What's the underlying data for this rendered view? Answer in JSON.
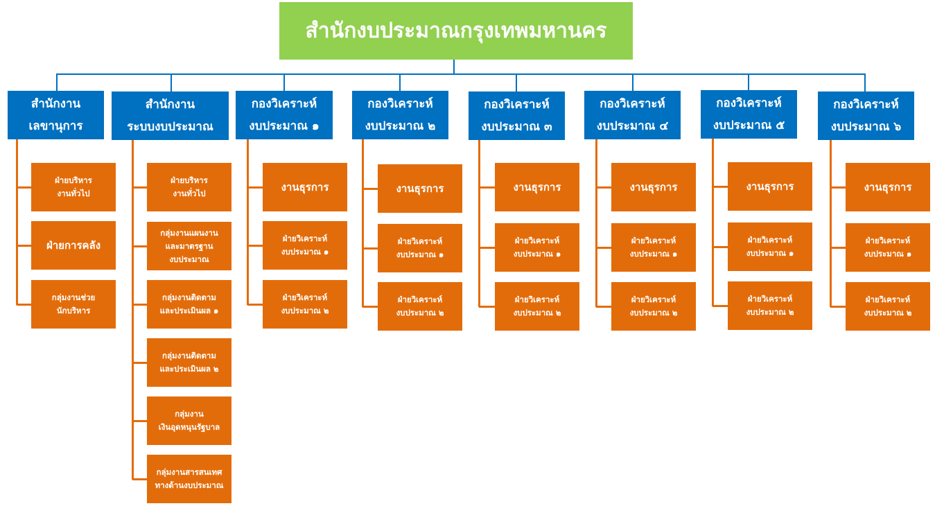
{
  "root": {
    "label": "สำนักงบประมาณกรุงเทพมหานคร"
  },
  "colors": {
    "root": "#92D050",
    "department": "#0070C0",
    "unit": "#E36C0A"
  },
  "departments": [
    {
      "label": "สำนักงาน\nเลขานุการ",
      "units": [
        "ฝ่ายบริหาร\nงานทั่วไป",
        "ฝ่ายการคลัง",
        "กลุ่มงานช่วย\nนักบริหาร"
      ]
    },
    {
      "label": "สำนักงาน\nระบบงบประมาณ",
      "units": [
        "ฝ่ายบริหาร\nงานทั่วไป",
        "กลุ่มงานแผนงาน\nและมาตรฐาน\nงบประมาณ",
        "กลุ่มงานติดตาม\nและประเมินผล ๑",
        "กลุ่มงานติดตาม\nและประเมินผล ๒",
        "กลุ่มงาน\nเงินอุดหนุนรัฐบาล",
        "กลุ่มงานสารสนเทศ\nทางด้านงบประมาณ"
      ]
    },
    {
      "label": "กองวิเคราะห์\nงบประมาณ ๑",
      "units": [
        "งานธุรการ",
        "ฝ่ายวิเคราะห์\nงบประมาณ ๑",
        "ฝ่ายวิเคราะห์\nงบประมาณ ๒"
      ]
    },
    {
      "label": "กองวิเคราะห์\nงบประมาณ ๒",
      "units": [
        "งานธุรการ",
        "ฝ่ายวิเคราะห์\nงบประมาณ ๑",
        "ฝ่ายวิเคราะห์\nงบประมาณ ๒"
      ]
    },
    {
      "label": "กองวิเคราะห์\nงบประมาณ ๓",
      "units": [
        "งานธุรการ",
        "ฝ่ายวิเคราะห์\nงบประมาณ ๑",
        "ฝ่ายวิเคราะห์\nงบประมาณ ๒"
      ]
    },
    {
      "label": "กองวิเคราะห์\nงบประมาณ ๔",
      "units": [
        "งานธุรการ",
        "ฝ่ายวิเคราะห์\nงบประมาณ ๑",
        "ฝ่ายวิเคราะห์\nงบประมาณ ๒"
      ]
    },
    {
      "label": "กองวิเคราะห์\nงบประมาณ ๕",
      "units": [
        "งานธุรการ",
        "ฝ่ายวิเคราะห์\nงบประมาณ ๑",
        "ฝ่ายวิเคราะห์\nงบประมาณ ๒"
      ]
    },
    {
      "label": "กองวิเคราะห์\nงบประมาณ ๖",
      "units": [
        "งานธุรการ",
        "ฝ่ายวิเคราะห์\nงบประมาณ ๑",
        "ฝ่ายวิเคราะห์\nงบประมาณ ๒"
      ]
    }
  ]
}
